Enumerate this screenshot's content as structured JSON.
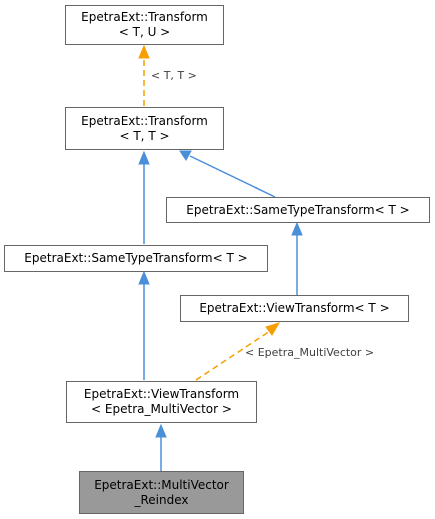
{
  "nodes": {
    "transform_tu": {
      "line1": "EpetraExt::Transform",
      "line2": "< T, U >"
    },
    "transform_tt": {
      "line1": "EpetraExt::Transform",
      "line2": "< T, T >"
    },
    "same_type_transform_right": {
      "line1": "EpetraExt::SameTypeTransform< T >"
    },
    "same_type_transform_left": {
      "line1": "EpetraExt::SameTypeTransform< T >"
    },
    "view_transform_t": {
      "line1": "EpetraExt::ViewTransform< T >"
    },
    "view_transform_mv": {
      "line1": "EpetraExt::ViewTransform",
      "line2": "< Epetra_MultiVector >"
    },
    "multivector_reindex": {
      "line1": "EpetraExt::MultiVector",
      "line2": "_Reindex"
    }
  },
  "edge_labels": {
    "template_tt": "< T, T >",
    "template_mv": "< Epetra_MultiVector >"
  },
  "colors": {
    "inheritance": "#4a90d9",
    "template": "#f5a000",
    "highlight_fill": "#999999",
    "node_border": "#666666"
  }
}
